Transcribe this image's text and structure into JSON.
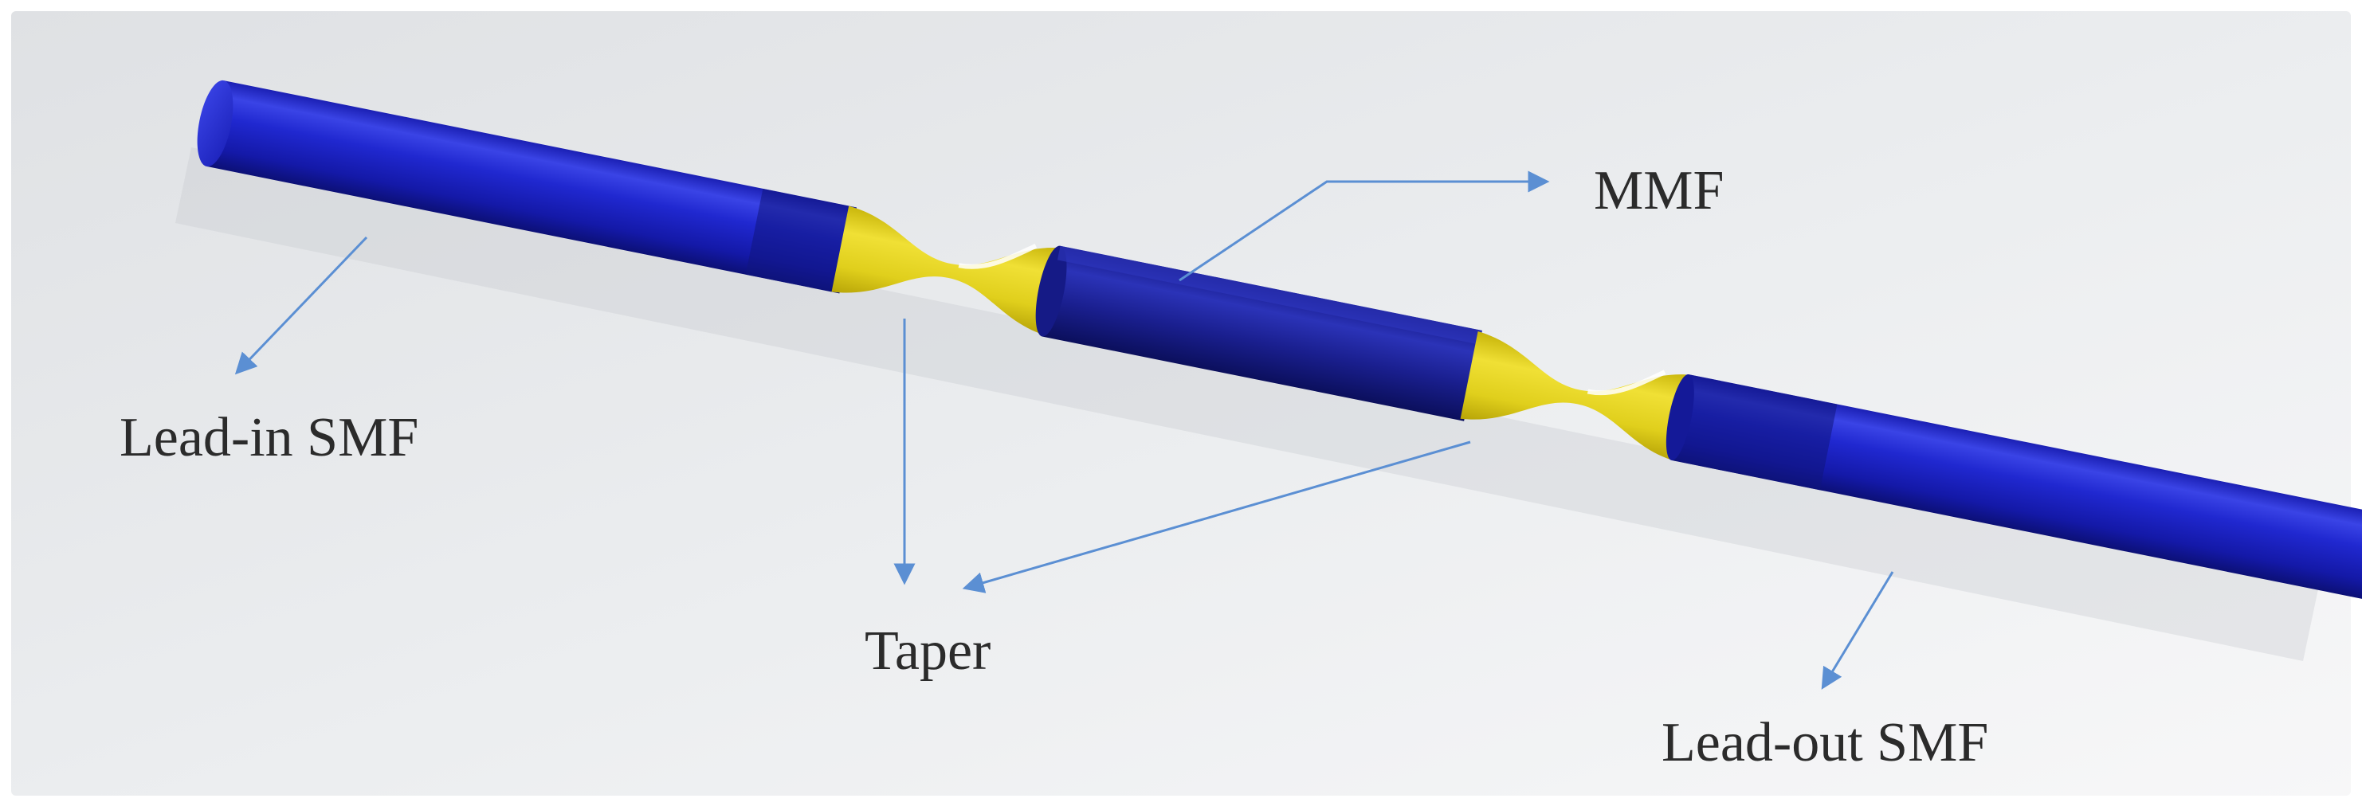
{
  "diagram": {
    "components": [
      "Lead-in SMF",
      "Taper",
      "MMF",
      "Taper",
      "Lead-out SMF"
    ],
    "labels": {
      "lead_in": "Lead-in SMF",
      "mmf": "MMF",
      "taper": "Taper",
      "lead_out": "Lead-out SMF"
    },
    "colors": {
      "fiber": "#1c22c8",
      "fiber_dark": "#0d1378",
      "fiber_highlight": "#4a55ee",
      "taper": "#e3d21e",
      "arrow": "#5b8fd3",
      "background": "#e2e4e7"
    }
  }
}
